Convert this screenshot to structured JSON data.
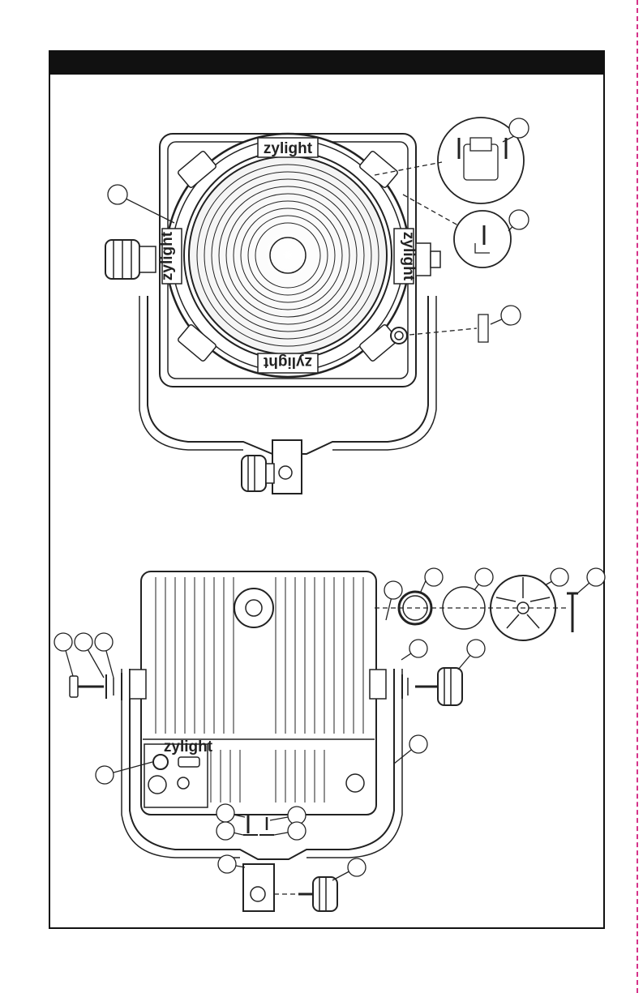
{
  "diagram": {
    "brand_logo": "zylight",
    "header_bar_color": "#111111",
    "cut_line_color": "#d6338a",
    "views": [
      {
        "name": "front-exploded-view",
        "callout_count": 4
      },
      {
        "name": "rear-exploded-view",
        "callout_count": 18
      }
    ]
  }
}
